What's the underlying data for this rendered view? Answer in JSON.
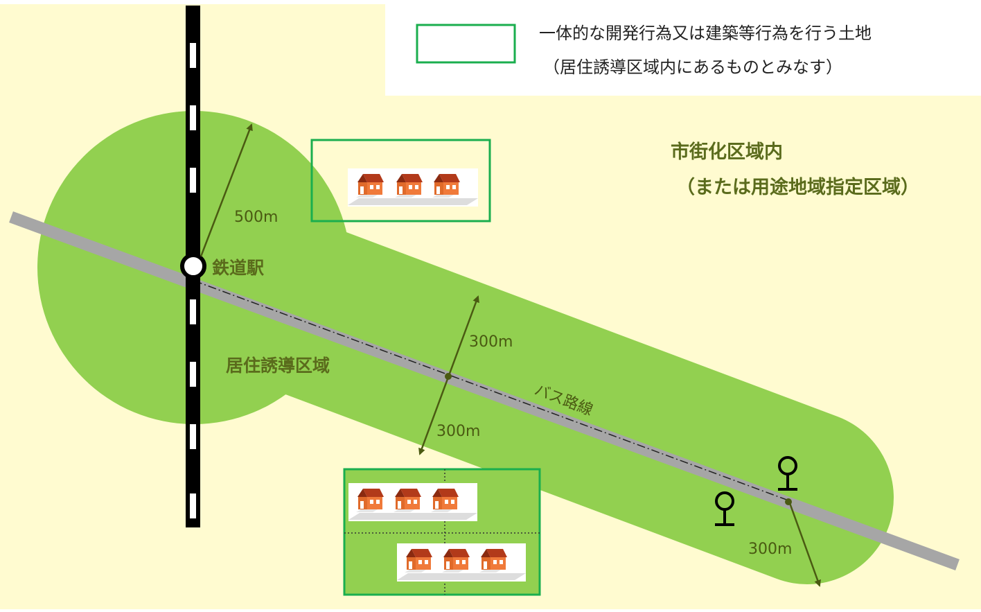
{
  "legend": {
    "line1": "一体的な開発行為又は建築等行為を行う土地",
    "line2": "（居住誘導区域内にあるものとみなす）"
  },
  "urban_area": {
    "line1": "市街化区域内",
    "line2": "（または用途地域指定区域）"
  },
  "labels": {
    "station": "鉄道駅",
    "residential_zone": "居住誘導区域",
    "bus_route": "バス路線",
    "radius_station": "500m",
    "bus_buffer_upper": "300m",
    "bus_buffer_lower": "300m",
    "bus_stop_radius": "300m"
  },
  "colors": {
    "background": "#fffbd0",
    "zone_green": "#92d050",
    "plot_outline": "#1aae4e",
    "road_gray": "#a6a6a6",
    "rail_black": "#000000",
    "house_roof": "#b23a1a",
    "house_wall": "#f07a3a",
    "arrow": "#4a5a12"
  },
  "icons": [
    "railway-track",
    "station-icon",
    "bus-stop-icon",
    "house-icon"
  ]
}
